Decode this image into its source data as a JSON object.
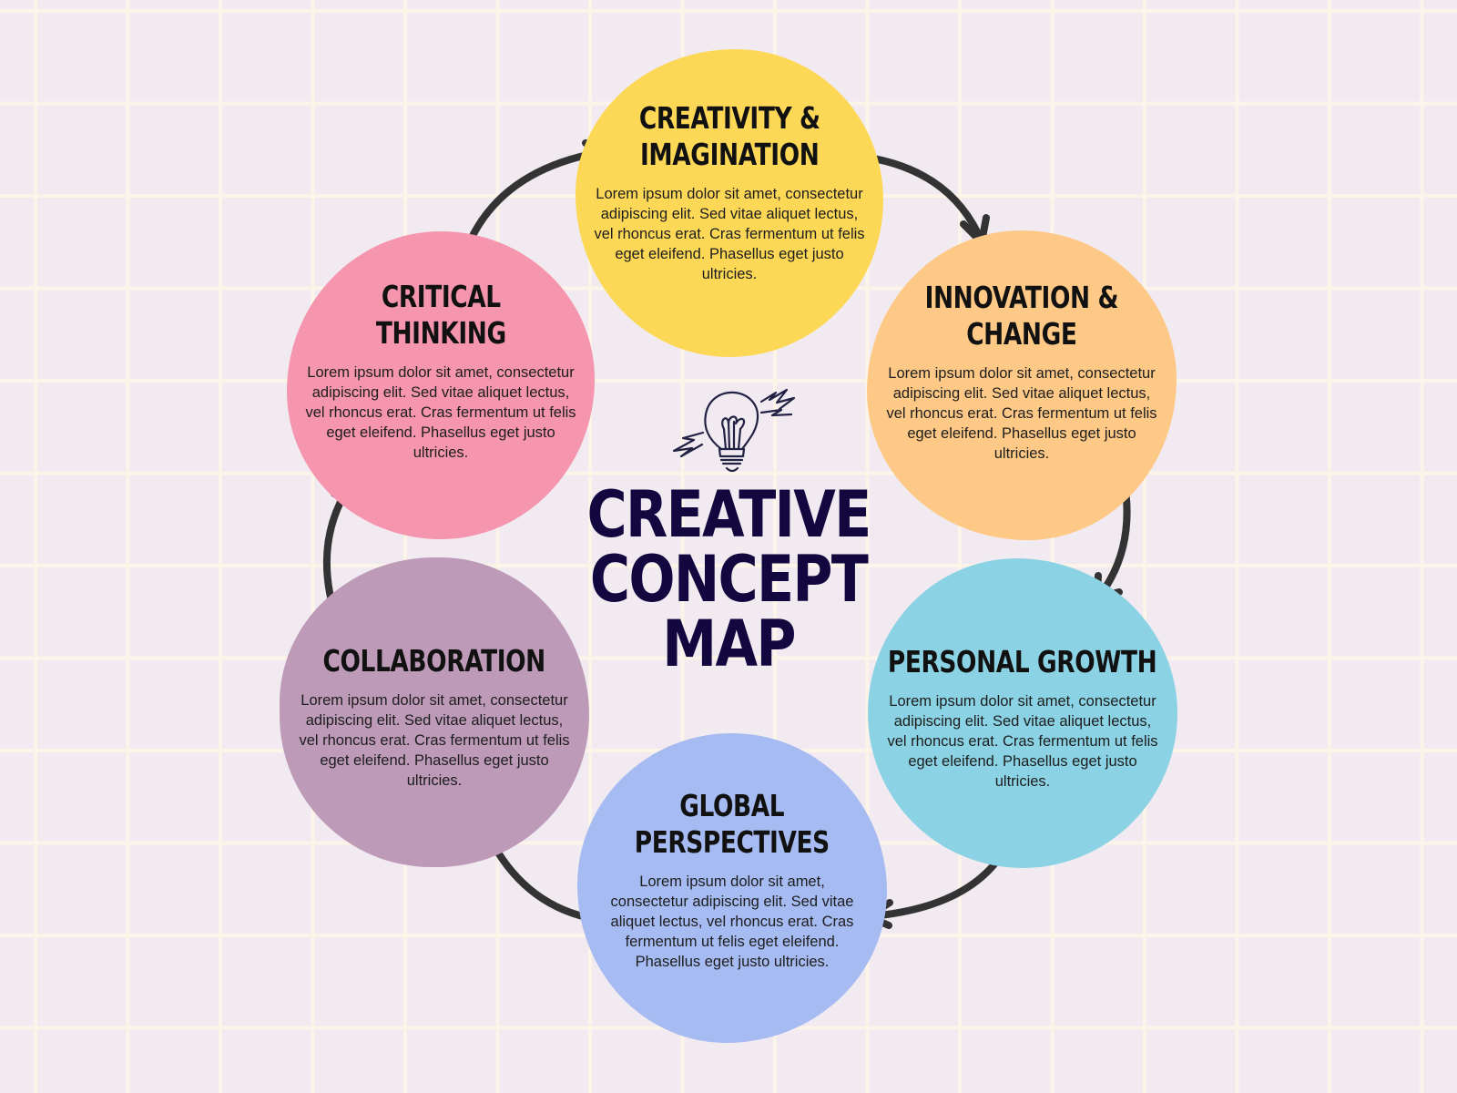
{
  "title": [
    "CREATIVE",
    "CONCEPT",
    "MAP"
  ],
  "icon": "lightbulb-icon",
  "colors": {
    "background": "#f1eaf1",
    "grid": "#fdf4e9",
    "title": "#12083f",
    "arrow": "#333333"
  },
  "nodes": [
    {
      "id": "creativity",
      "title": [
        "CREATIVITY &",
        "IMAGINATION"
      ],
      "color": "#fdd857",
      "text": "Lorem ipsum dolor sit amet, consectetur adipiscing elit. Sed vitae aliquet lectus, vel rhoncus erat. Cras fermentum ut felis eget eleifend. Phasellus eget justo ultricies."
    },
    {
      "id": "innovation",
      "title": [
        "INNOVATION &",
        "CHANGE"
      ],
      "color": "#fec986",
      "text": "Lorem ipsum dolor sit amet, consectetur adipiscing elit. Sed vitae aliquet lectus, vel rhoncus erat. Cras fermentum ut felis eget eleifend. Phasellus eget justo ultricies."
    },
    {
      "id": "growth",
      "title": [
        "PERSONAL GROWTH"
      ],
      "color": "#8bd3e4",
      "text": "Lorem ipsum dolor sit amet, consectetur adipiscing elit. Sed vitae aliquet lectus, vel rhoncus erat. Cras fermentum ut felis eget eleifend. Phasellus eget justo ultricies."
    },
    {
      "id": "global",
      "title": [
        "GLOBAL",
        "PERSPECTIVES"
      ],
      "color": "#a6bbf1",
      "text": "Lorem ipsum dolor sit amet, consectetur adipiscing elit. Sed vitae aliquet lectus, vel rhoncus erat. Cras fermentum ut felis eget eleifend. Phasellus eget justo ultricies."
    },
    {
      "id": "collaboration",
      "title": [
        "COLLABORATION"
      ],
      "color": "#bd9ab8",
      "text": "Lorem ipsum dolor sit amet, consectetur adipiscing elit. Sed vitae aliquet lectus, vel rhoncus erat. Cras fermentum ut felis eget eleifend. Phasellus eget justo ultricies."
    },
    {
      "id": "critical",
      "title": [
        "CRITICAL",
        "THINKING"
      ],
      "color": "#f595ae",
      "text": "Lorem ipsum dolor sit amet, consectetur adipiscing elit. Sed vitae aliquet lectus, vel rhoncus erat. Cras fermentum ut felis eget eleifend. Phasellus eget justo ultricies."
    }
  ],
  "flow": [
    [
      "creativity",
      "innovation"
    ],
    [
      "innovation",
      "growth"
    ],
    [
      "growth",
      "global"
    ],
    [
      "global",
      "collaboration"
    ],
    [
      "collaboration",
      "critical"
    ],
    [
      "critical",
      "creativity"
    ]
  ]
}
